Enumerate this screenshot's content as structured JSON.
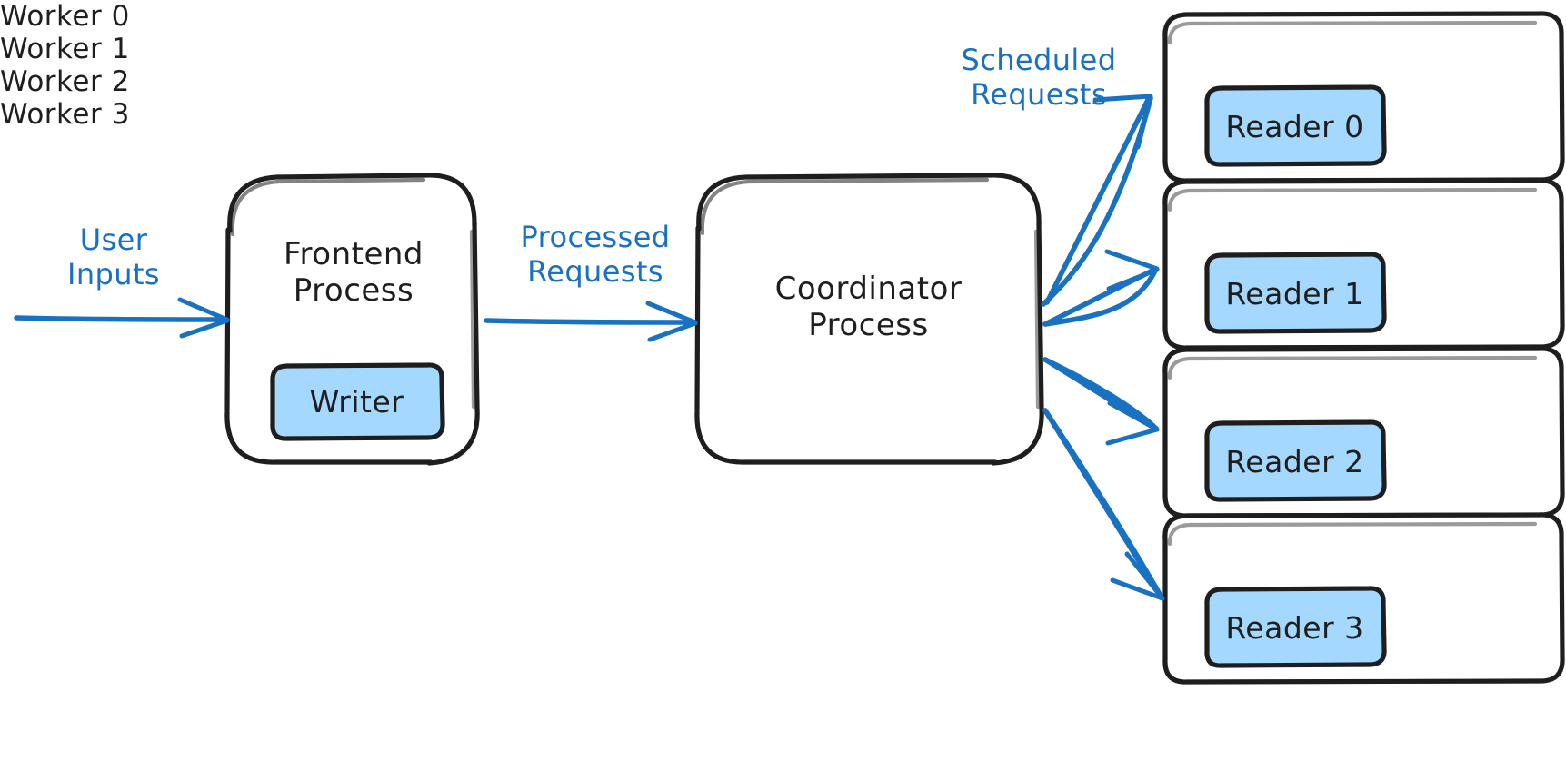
{
  "diagram": {
    "type": "architecture-flow",
    "title": "Distributed read/write process architecture",
    "background": "#ffffff",
    "colors": {
      "stroke": "#1e1e1e",
      "accent": "#1971c2",
      "node_fill": "#ffffff",
      "sub_node_fill": "#a5d8ff",
      "text": "#1e1e1e"
    }
  },
  "nodes": {
    "frontend": {
      "label": "Frontend\nProcess",
      "sub": {
        "label": "Writer"
      }
    },
    "coordinator": {
      "label": "Coordinator\nProcess"
    },
    "workers": [
      {
        "title": "Worker 0",
        "sub": {
          "label": "Reader 0"
        }
      },
      {
        "title": "Worker 1",
        "sub": {
          "label": "Reader 1"
        }
      },
      {
        "title": "Worker 2",
        "sub": {
          "label": "Reader 2"
        }
      },
      {
        "title": "Worker 3",
        "sub": {
          "label": "Reader 3"
        }
      }
    ]
  },
  "edges": {
    "user_inputs": {
      "label": "User\nInputs"
    },
    "processed_requests": {
      "label": "Processed\nRequests"
    },
    "scheduled_requests": {
      "label": "Scheduled\nRequests"
    }
  }
}
